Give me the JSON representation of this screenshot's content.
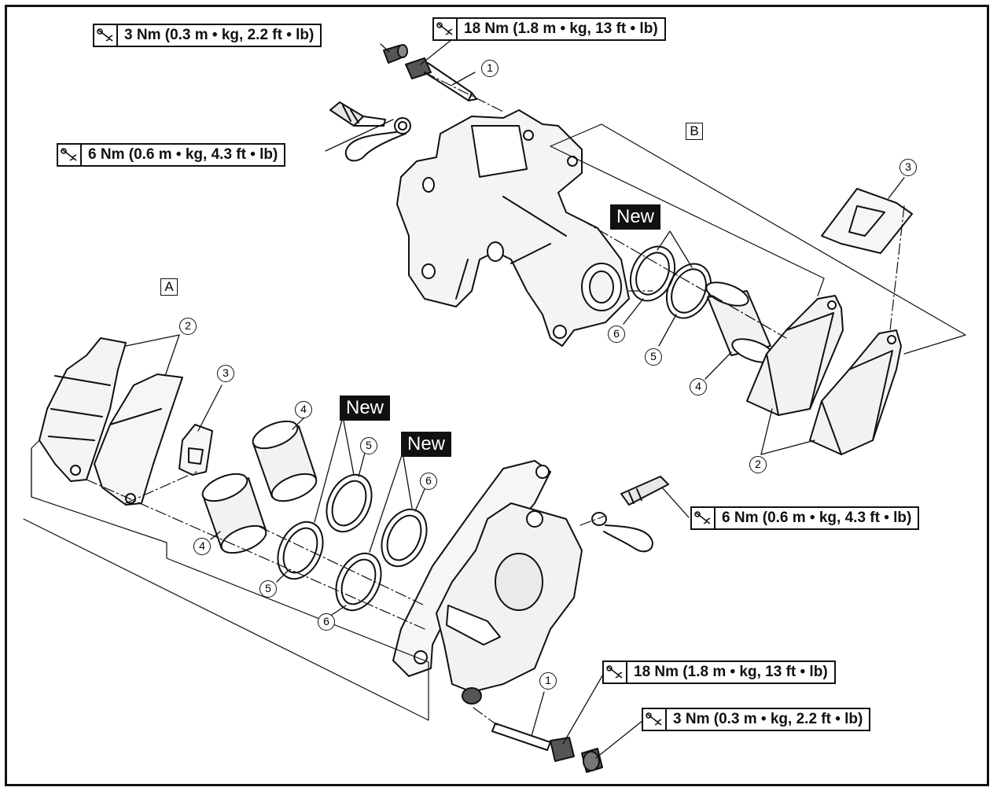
{
  "torque_labels": {
    "top_left_cap": "3 Nm (0.3 m • kg, 2.2 ft • lb)",
    "top_pin": "18 Nm (1.8 m • kg, 13 ft • lb)",
    "top_bleed": "6 Nm (0.6 m • kg, 4.3 ft • lb)",
    "bottom_bleed": "6 Nm (0.6 m • kg, 4.3 ft • lb)",
    "bottom_pin": "18 Nm (1.8 m • kg, 13 ft • lb)",
    "bottom_cap": "3 Nm (0.3 m • kg, 2.2 ft • lb)"
  },
  "badges": {
    "new_b": "New",
    "new_a1": "New",
    "new_a2": "New"
  },
  "view_labels": {
    "a": "A",
    "b": "B"
  },
  "callouts": {
    "b_pin": "1",
    "b_spring": "3",
    "b_seal6": "6",
    "b_seal5": "5",
    "b_piston": "4",
    "b_pads": "2",
    "a_pads": "2",
    "a_spring": "3",
    "a_piston_top": "4",
    "a_piston_bottom": "4",
    "a_seal5_top": "5",
    "a_seal5_bottom": "5",
    "a_seal6_top": "6",
    "a_seal6_bottom": "6",
    "a_pin": "1"
  },
  "icons": {
    "torque": "torque-wrench-icon"
  }
}
